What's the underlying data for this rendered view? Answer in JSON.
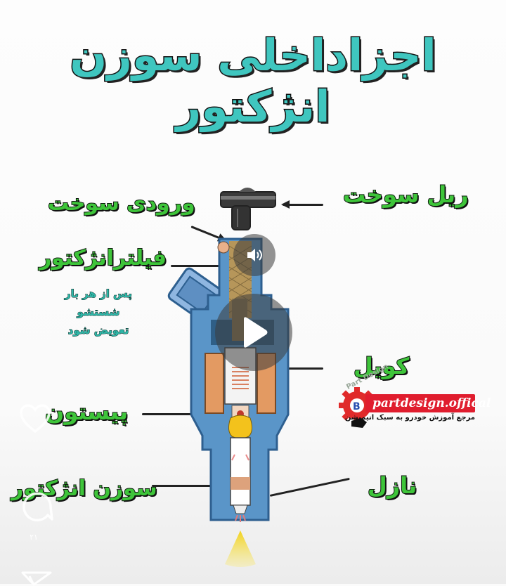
{
  "title": "اجزاداخلی سوزن انژکتور",
  "labels": {
    "fuel_rail": "ریل سوخت",
    "fuel_inlet": "ورودی سوخت",
    "injector_filter": "فیلترانژکتور",
    "filter_note": [
      "پس از هر بار",
      "شستشو",
      "تعویض شود"
    ],
    "coil": "کویل",
    "piston": "پیستون",
    "injector_needle": "سوزن انژکتور",
    "nozzle": "نازل"
  },
  "watermark": {
    "arc_text": "Part Design",
    "brand": "partdesign.offical",
    "tagline": "مرجع آموزش خودرو به سبک انیمیشن"
  },
  "overlay": {
    "play_icon": "play-icon",
    "sound_icon": "speaker-icon"
  },
  "side_actions": {
    "like_icon": "heart-icon",
    "comment_icon": "comment-icon",
    "comment_count": "۲۱",
    "share_icon": "send-icon"
  },
  "colors": {
    "title_fill": "#3fc6bf",
    "label_fill": "#3ec43a",
    "note_fill": "#2fb7a8",
    "injector_body": "#4f8fc4",
    "coil": "#e39a62",
    "brand_red": "#e01d2e",
    "spray": "#f2d21a"
  }
}
